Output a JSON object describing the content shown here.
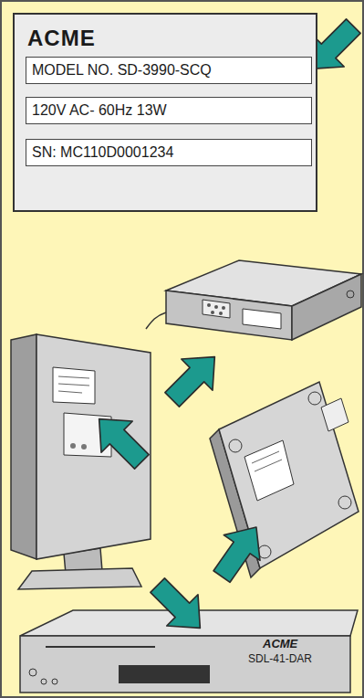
{
  "diagram": {
    "nodes": [
      {
        "text": [
          "ACME"
        ]
      },
      {
        "text": [
          "MODEL NO. SD-3990-SCQ"
        ],
        "in": 0
      },
      {
        "text": [
          "120V AC- 60Hz 13W"
        ],
        "in": 0
      },
      {
        "text": [
          "SN: MC110D0001234"
        ],
        "in": 0
      }
    ],
    "labels": [
      "ACME",
      "SDL-41-DAR"
    ]
  }
}
